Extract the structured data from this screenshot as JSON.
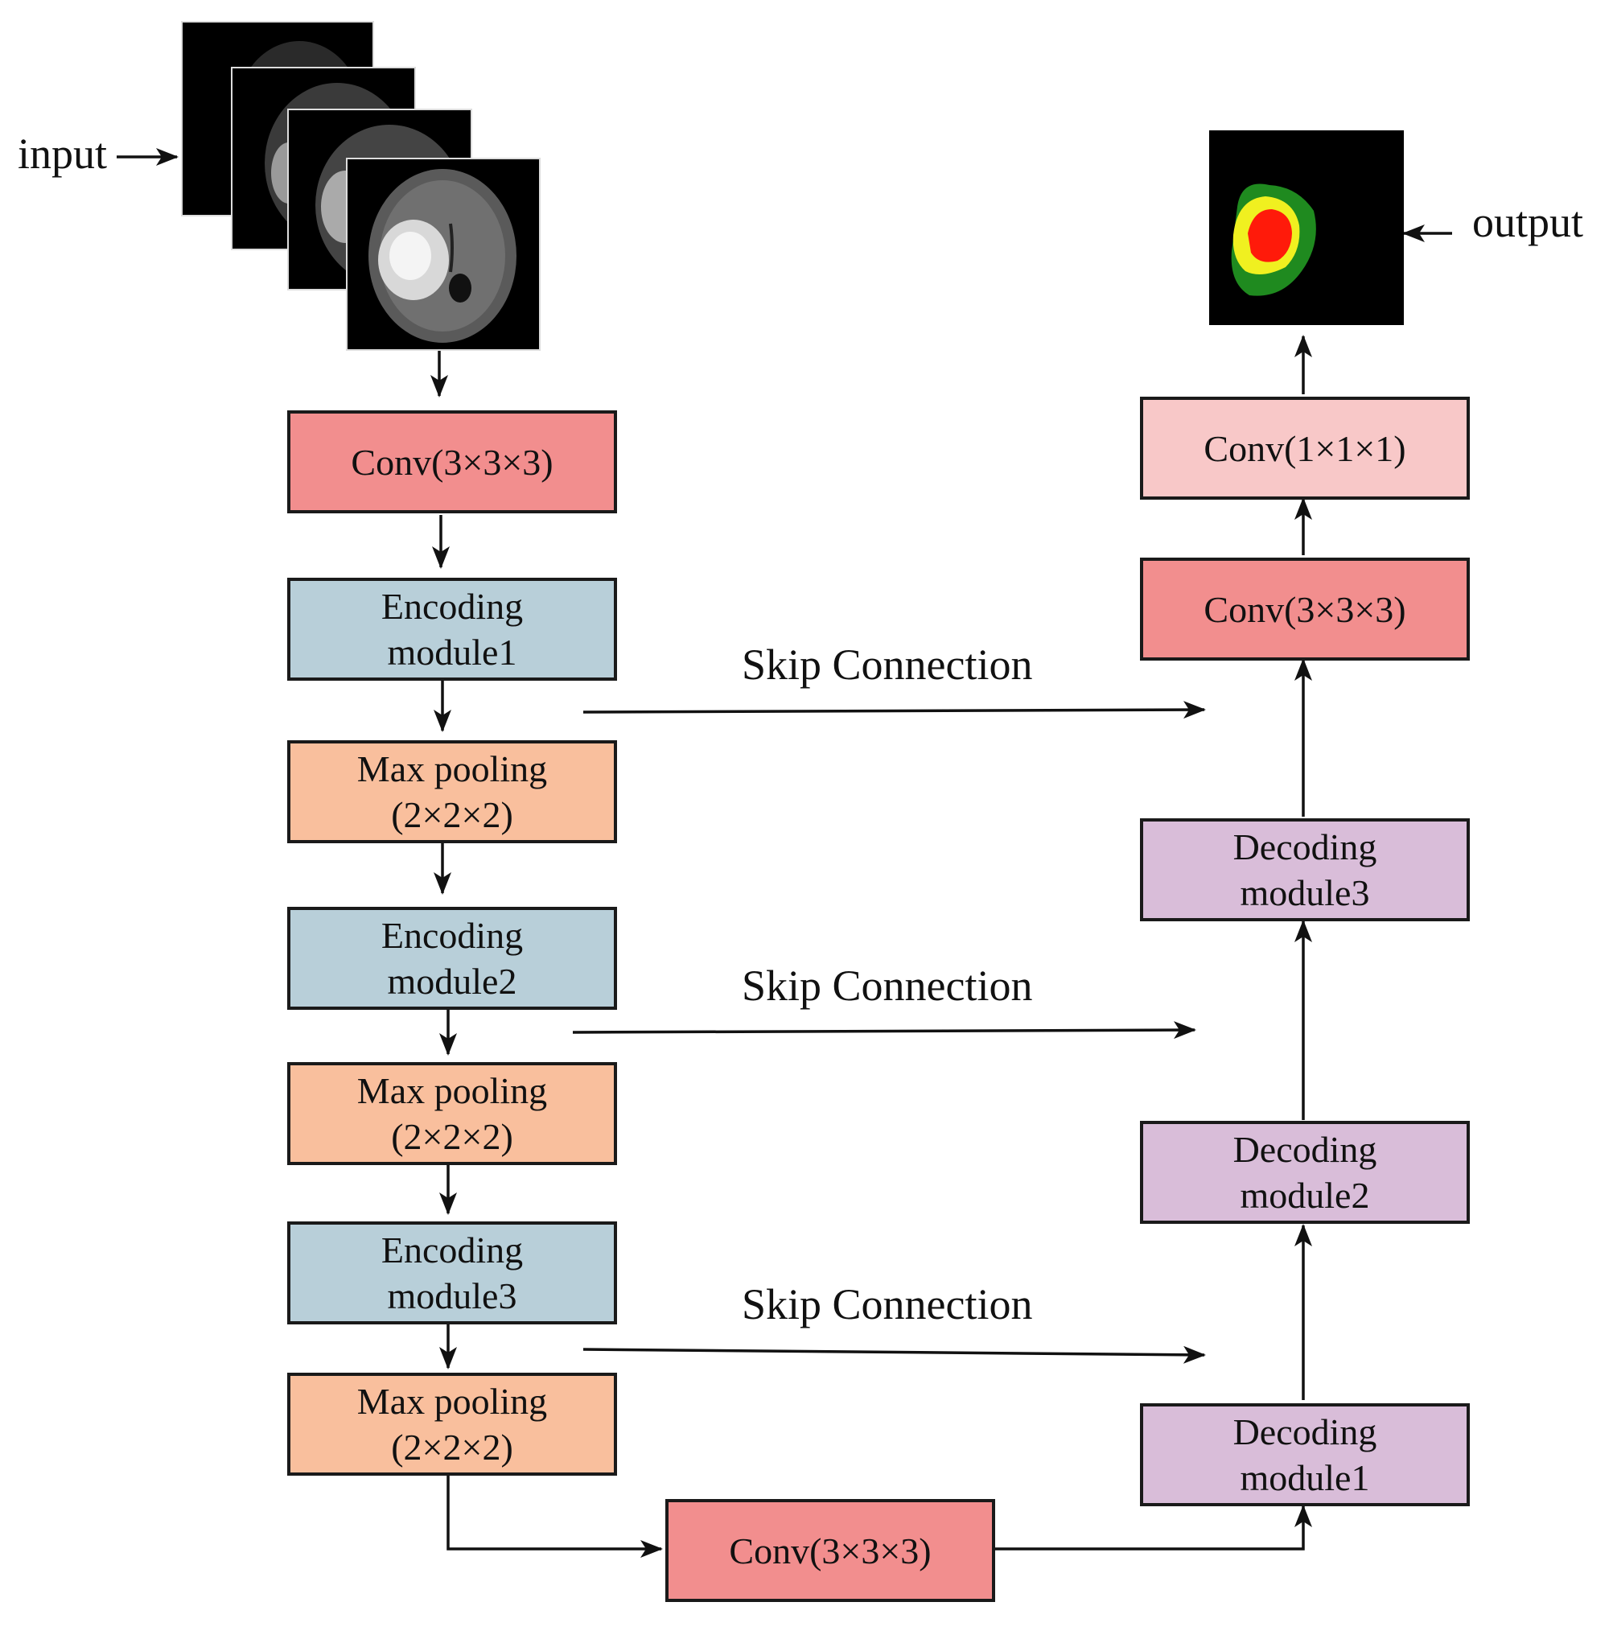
{
  "labels": {
    "input": "input",
    "output": "output",
    "skip": [
      "Skip Connection",
      "Skip Connection",
      "Skip Connection"
    ]
  },
  "encoder": {
    "conv_in": "Conv(3×3×3)",
    "enc1": [
      "Encoding",
      "module1"
    ],
    "pool1": [
      "Max pooling",
      "(2×2×2)"
    ],
    "enc2": [
      "Encoding",
      "module2"
    ],
    "pool2": [
      "Max pooling",
      "(2×2×2)"
    ],
    "enc3": [
      "Encoding",
      "module3"
    ],
    "pool3": [
      "Max pooling",
      "(2×2×2)"
    ]
  },
  "bottleneck": {
    "conv": "Conv(3×3×3)"
  },
  "decoder": {
    "dec1": [
      "Decoding",
      "module1"
    ],
    "dec2": [
      "Decoding",
      "module2"
    ],
    "dec3": [
      "Decoding",
      "module3"
    ],
    "conv_mid": "Conv(3×3×3)",
    "conv_out": "Conv(1×1×1)"
  },
  "colors": {
    "conv": "#f28e8e",
    "conv_out": "#f8c8c8",
    "encoding": "#b8cfd9",
    "pooling": "#f9bf9d",
    "decoding": "#d9bdd9",
    "seg_edema": "#1f8a1f",
    "seg_enhancing": "#f0f020",
    "seg_core": "#ff1a0a"
  },
  "images": {
    "input_stack": [
      "mri-slice-1",
      "mri-slice-2",
      "mri-slice-3",
      "mri-slice-4"
    ],
    "output": "segmentation-map"
  }
}
